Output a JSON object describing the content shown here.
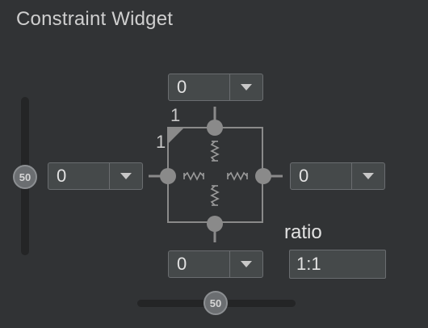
{
  "title": "Constraint Widget",
  "margins": {
    "top": {
      "value": "0"
    },
    "left": {
      "value": "0"
    },
    "right": {
      "value": "0"
    },
    "bottom": {
      "value": "0"
    }
  },
  "bias": {
    "vertical": "50",
    "horizontal": "50"
  },
  "corner_labels": {
    "top": "1",
    "left": "1"
  },
  "ratio": {
    "label": "ratio",
    "value": "1:1"
  },
  "colors": {
    "background": "#313335",
    "field": "#45494a",
    "border": "#6a6d70",
    "connector": "#8a8a8a"
  }
}
